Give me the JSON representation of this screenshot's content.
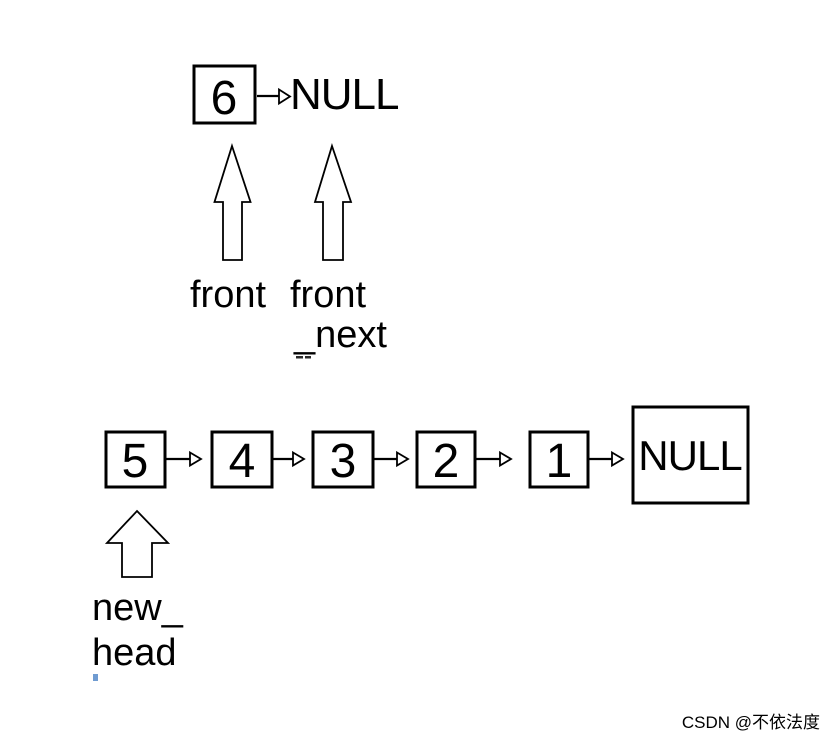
{
  "top": {
    "node_value": "6",
    "null_label": "NULL",
    "front_label": "front",
    "front_next_label_line1": "front",
    "front_next_label_line2": "_next"
  },
  "list": {
    "nodes": [
      {
        "value": "5"
      },
      {
        "value": "4"
      },
      {
        "value": "3"
      },
      {
        "value": "2"
      },
      {
        "value": "1"
      }
    ],
    "null_label": "NULL",
    "new_head_label_line1": "new_",
    "new_head_label_line2": "head"
  },
  "watermark": {
    "text": "CSDN @不依法度",
    "color": "#b3b3b3"
  },
  "colors": {
    "ink": "#000000",
    "background": "#ffffff",
    "artifact_blue": "#6f9bd1"
  }
}
